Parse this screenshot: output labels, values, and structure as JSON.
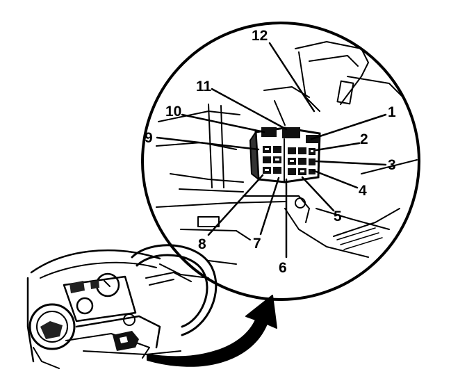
{
  "callouts": [
    {
      "id": "1",
      "label": "1"
    },
    {
      "id": "2",
      "label": "2"
    },
    {
      "id": "3",
      "label": "3"
    },
    {
      "id": "4",
      "label": "4"
    },
    {
      "id": "5",
      "label": "5"
    },
    {
      "id": "6",
      "label": "6"
    },
    {
      "id": "7",
      "label": "7"
    },
    {
      "id": "8",
      "label": "8"
    },
    {
      "id": "9",
      "label": "9"
    },
    {
      "id": "10",
      "label": "10"
    },
    {
      "id": "11",
      "label": "11"
    },
    {
      "id": "12",
      "label": "12"
    }
  ],
  "colors": {
    "ink": "#000000",
    "paper": "#ffffff"
  }
}
